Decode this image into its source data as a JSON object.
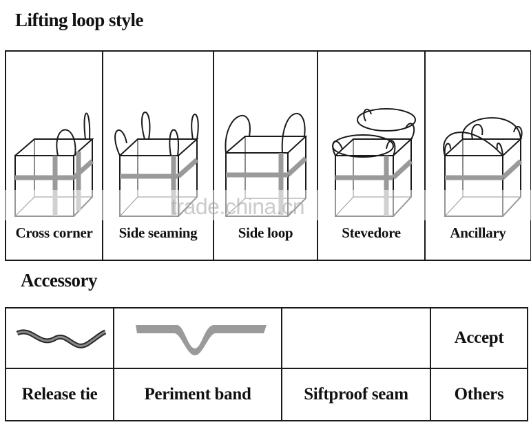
{
  "lifting_heading": "Lifting  loop style",
  "loop_styles": [
    {
      "label": "Cross corner",
      "icon": "cross-corner-bag-icon"
    },
    {
      "label": "Side  seaming",
      "icon": "side-seaming-bag-icon"
    },
    {
      "label": "Side loop",
      "icon": "side-loop-bag-icon"
    },
    {
      "label": "Stevedore",
      "icon": "stevedore-bag-icon"
    },
    {
      "label": "Ancillary",
      "icon": "ancillary-bag-icon"
    }
  ],
  "accessory_heading": "Accessory",
  "accessories": [
    {
      "label": "Release tie",
      "icon": "release-tie-icon"
    },
    {
      "label": "Periment band",
      "icon": "periment-band-icon"
    },
    {
      "label": "Siftproof seam",
      "icon": ""
    },
    {
      "label": "Others",
      "header": "Accept"
    }
  ],
  "watermark": "trade.china.cn",
  "colors": {
    "line": "#1a1a1a",
    "band": "#9a9a9a",
    "background": "#ffffff"
  }
}
